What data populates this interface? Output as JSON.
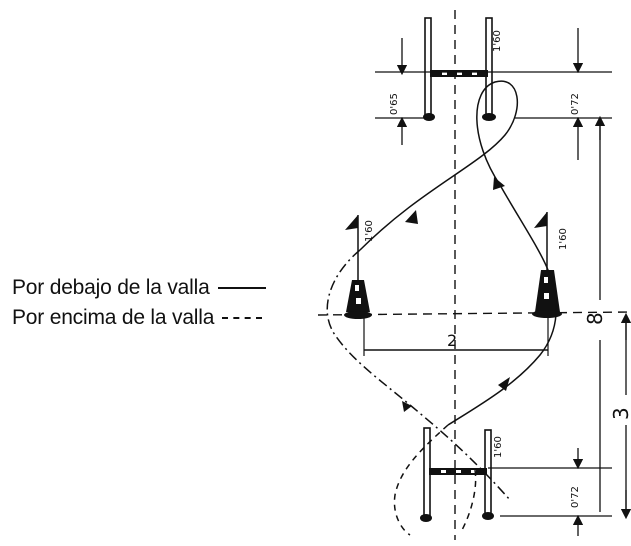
{
  "legend": {
    "below_hurdle": "Por debajo de la valla",
    "over_hurdle": "Por encima de la valla"
  },
  "dimensions": {
    "top_gap_left": "0'65",
    "top_gap_right": "0'72",
    "top_pole_height": "1'60",
    "left_cone_height": "1'60",
    "right_cone_height": "1'60",
    "bottom_pole_height": "1'60",
    "bottom_gap": "0'72",
    "cone_spacing": "2",
    "total_length": "8",
    "lower_section": "3"
  },
  "colors": {
    "ink": "#111111"
  }
}
